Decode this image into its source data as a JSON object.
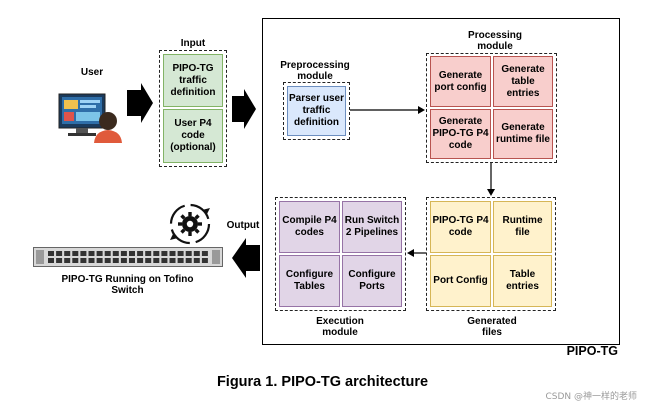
{
  "user": {
    "label": "User"
  },
  "input": {
    "label": "Input",
    "traffic_definition": "PIPO-TG traffic definition",
    "user_p4_code": "User P4 code (optional)"
  },
  "preprocessing": {
    "label": "Preprocessing module",
    "parser": "Parser user traffic definition"
  },
  "processing": {
    "label": "Processing module",
    "cells": [
      "Generate port config",
      "Generate table entries",
      "Generate PIPO-TG P4 code",
      "Generate runtime file"
    ]
  },
  "generated": {
    "label": "Generated files",
    "cells": [
      "PIPO-TG P4 code",
      "Runtime file",
      "Port Config",
      "Table entries"
    ]
  },
  "execution": {
    "label": "Execution module",
    "cells": [
      "Compile P4 codes",
      "Run Switch 2 Pipelines",
      "Configure Tables",
      "Configure Ports"
    ]
  },
  "output": {
    "label": "Output"
  },
  "switch": {
    "label": "PIPO-TG Running on Tofino Switch"
  },
  "system": {
    "label": "PIPO-TG"
  },
  "caption": "Figura 1. PIPO-TG architecture",
  "watermark": "CSDN @神一样的老师"
}
